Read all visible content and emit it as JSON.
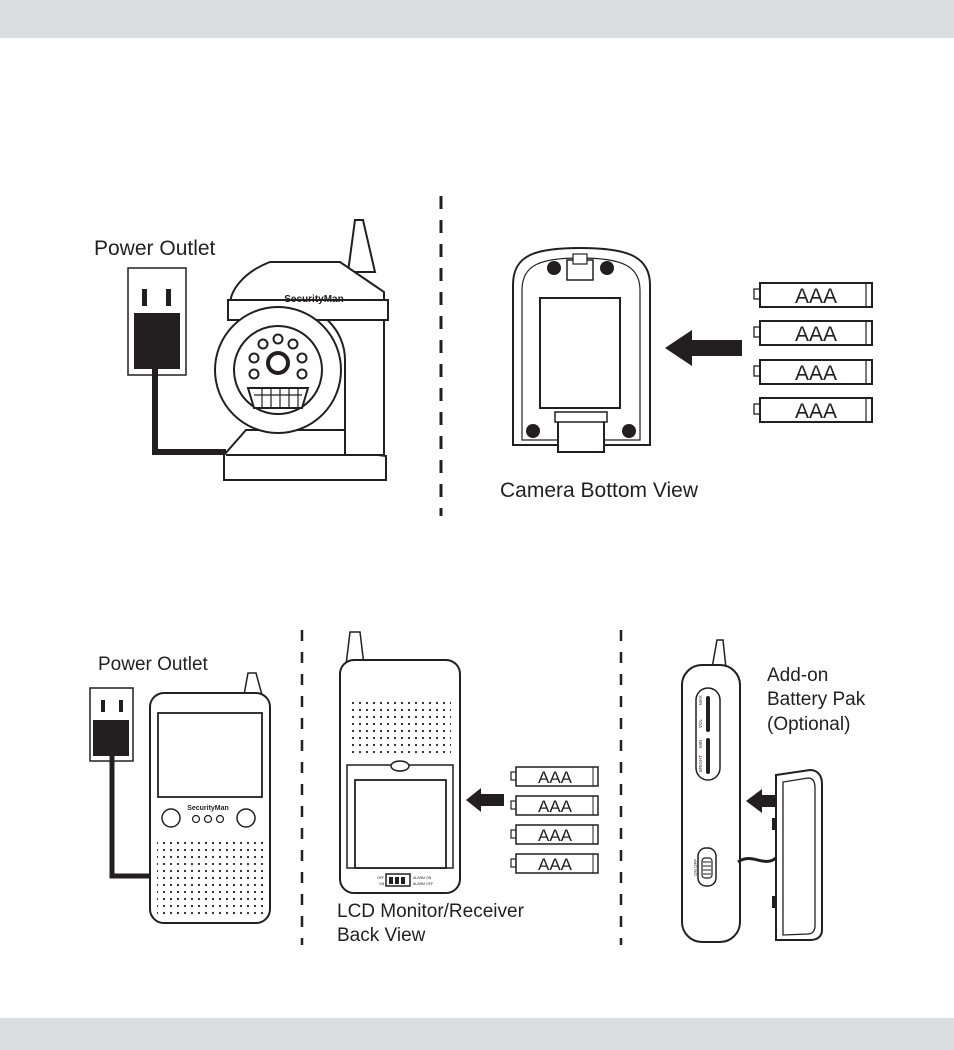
{
  "labels": {
    "power_outlet_top": "Power Outlet",
    "camera_bottom_view": "Camera Bottom View",
    "power_outlet_bottom": "Power Outlet",
    "lcd_back_view_line1": "LCD Monitor/Receiver",
    "lcd_back_view_line2": "Back View",
    "addon_line1": "Add-on",
    "addon_line2": "Battery Pak",
    "addon_line3": "(Optional)"
  },
  "battery_label": "AAA",
  "brand": "SecurityMan",
  "switch_labels": {
    "alarm_on": "ALARM ON",
    "alarm_off": "ALARM OFF",
    "off": "OFF",
    "on": "ON",
    "on_off": "ON OFF",
    "bright": "BRIGHT",
    "vol": "VOL",
    "min": "MIN",
    "max": "MAX"
  },
  "colors": {
    "band": "#dcdddf",
    "ink": "#231f20"
  }
}
